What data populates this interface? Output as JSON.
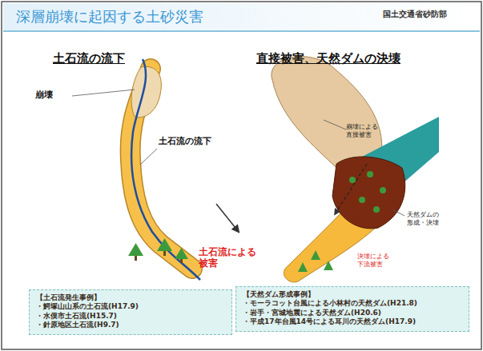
{
  "diagram": {
    "title": "深層崩壊に起因する土砂災害",
    "nodes": [
      {
        "text": [
          "【土石流発生事例】",
          "・鰐塚山山系の土石流(H17.9)",
          "・水俣市土石流(H15.7)",
          "・針原地区土石流(H9.7)"
        ]
      },
      {
        "text": [
          "【天然ダム形成事例】",
          "・モーラコット台風による小林村の天然ダム(H21.8)",
          "・岩手・宮城地震による天然ダム(H20.6)",
          "・平成17年台風14号による耳川の天然ダム(H17.9)"
        ]
      }
    ],
    "labels": [
      "国土交通省砂防部",
      "土石流の流下",
      "直接被害、天然ダムの決壊",
      "崩壊",
      "土石流の流下",
      "土石流による被害",
      "崩壊による直接被害",
      "天然ダムの形成・決壊",
      "決壊による下流被害"
    ]
  }
}
